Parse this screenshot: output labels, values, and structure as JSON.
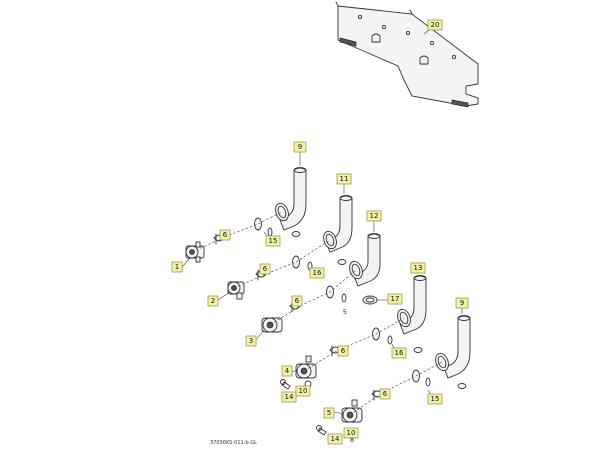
{
  "callouts": {
    "c20": "20",
    "c9a": "9",
    "c11": "11",
    "c12": "12",
    "c13": "13",
    "c9b": "9",
    "c6a": "6",
    "c6b": "6",
    "c6c": "6",
    "c6d": "6",
    "c6e": "6",
    "c15a": "15",
    "c15b": "15",
    "c16a": "16",
    "c16b": "16",
    "c17": "17",
    "c1": "1",
    "c2": "2",
    "c3": "3",
    "c4": "4",
    "c5": "5",
    "c10a": "10",
    "c10b": "10",
    "c14a": "14",
    "c14b": "14"
  },
  "labels": {
    "l5": "5",
    "l8": "8"
  },
  "reference_code": "37036KS-011-b.GL"
}
